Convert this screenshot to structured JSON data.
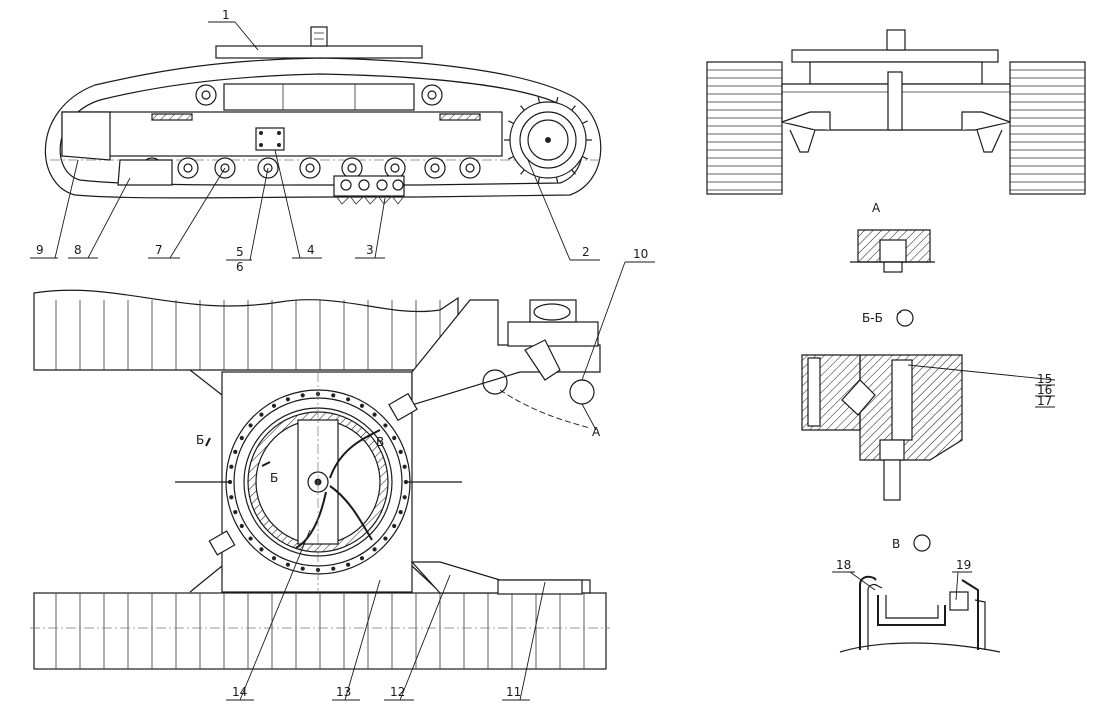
{
  "callouts": {
    "c1": "1",
    "c2": "2",
    "c3": "3",
    "c4": "4",
    "c5": "5",
    "c6": "6",
    "c7": "7",
    "c8": "8",
    "c9": "9",
    "c10": "10",
    "c11": "11",
    "c12": "12",
    "c13": "13",
    "c14": "14",
    "c15": "15",
    "c16": "16",
    "c17": "17",
    "c18": "18",
    "c19": "19"
  },
  "labels": {
    "view_a_title": "А",
    "view_a_ref": "А",
    "section_bb_title": "Б-Б",
    "section_b_mark_1": "Б",
    "section_b_mark_2": "Б",
    "view_v_title": "В",
    "view_v_ref": "В"
  }
}
